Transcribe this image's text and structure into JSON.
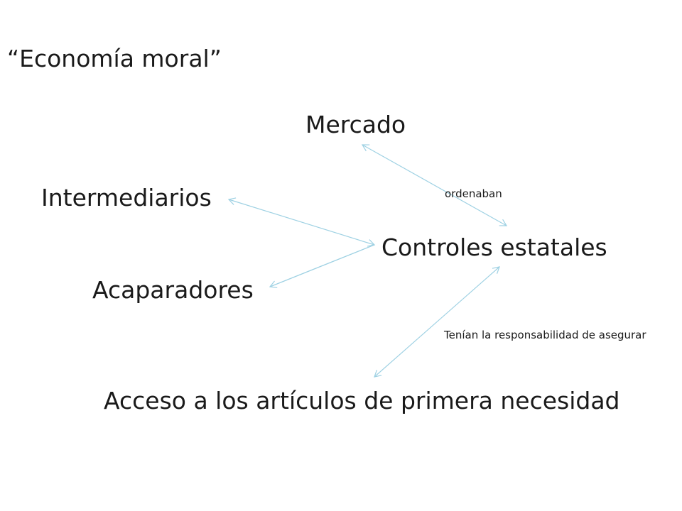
{
  "title": "“Economía moral”",
  "nodes": {
    "mercado": "Mercado",
    "intermediarios": "Intermediarios",
    "controles": "Controles estatales",
    "acaparadores": "Acaparadores",
    "acceso": "Acceso a los artículos de primera necesidad"
  },
  "edge_labels": {
    "ordenaban": "ordenaban",
    "tenian": "Tenían la responsabilidad de asegurar"
  },
  "colors": {
    "arrow": "#9ed1e3",
    "text": "#1a1a1a"
  }
}
